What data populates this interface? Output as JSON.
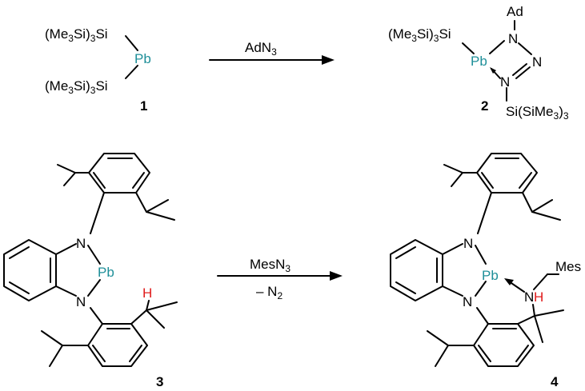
{
  "colors": {
    "lead": "#1f8f99",
    "hydrogen": "#e01b1b",
    "ink": "#000000"
  },
  "compound1": {
    "si_group_top": "(Me3Si)3Si",
    "pb": "Pb",
    "si_group_bottom": "(Me3Si)3Si",
    "number": "1"
  },
  "reaction1": {
    "reagent": "AdN3"
  },
  "compound2": {
    "si_group": "(Me3Si)3Si",
    "pb": "Pb",
    "ad": "Ad",
    "n_top": "N",
    "n_right": "N",
    "n_bottom": "N",
    "si_group_bottom": "Si(SiMe3)3",
    "number": "2"
  },
  "compound3": {
    "n_top": "N",
    "n_bottom": "N",
    "pb": "Pb",
    "h": "H",
    "number": "3"
  },
  "reaction2": {
    "reagent": "MesN3",
    "byproduct": "– N2"
  },
  "compound4": {
    "n_top": "N",
    "n_bottom": "N",
    "pb": "Pb",
    "mes": "Mes",
    "n_amine": "N",
    "h": "H",
    "number": "4"
  }
}
